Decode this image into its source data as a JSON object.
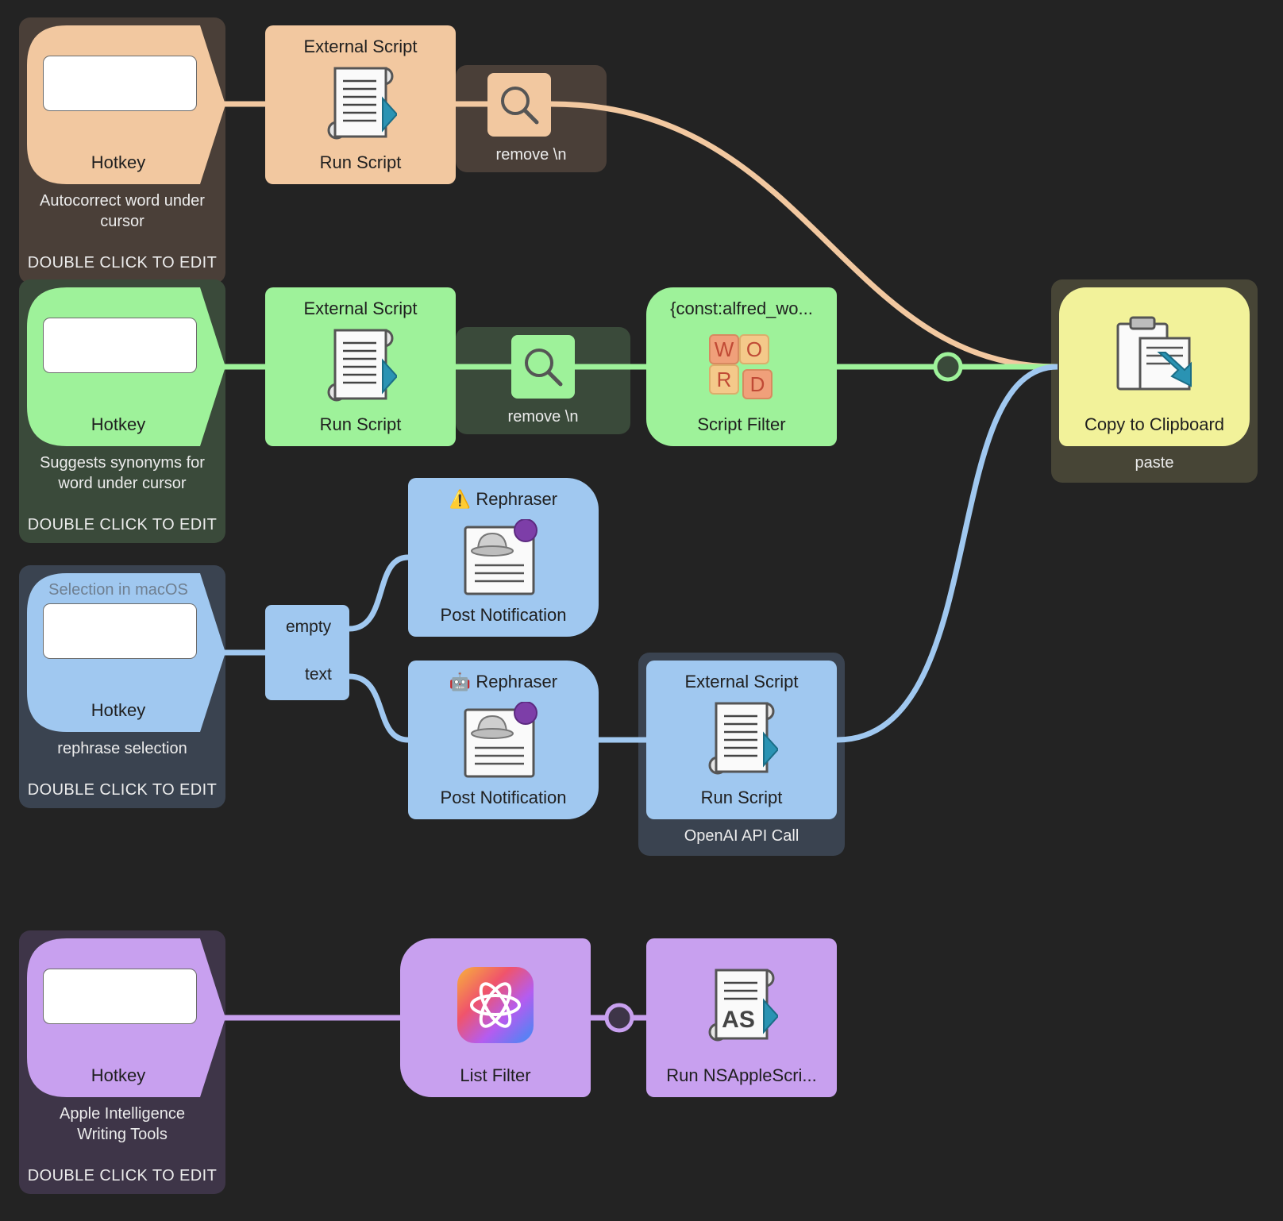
{
  "colors": {
    "canvas": "#232323",
    "orange": "#f2c8a0",
    "orange_group": "#4a3f38",
    "green": "#9ef29a",
    "green_group": "#3a4a3a",
    "blue": "#a0c8f0",
    "blue_group": "#3a4350",
    "purple": "#c8a0ef",
    "purple_group": "#3e3548",
    "yellow": "#f2f29a",
    "yellow_group": "#474536"
  },
  "workflow1": {
    "hotkey_label": "Hotkey",
    "caption": "Autocorrect word under cursor",
    "edit_hint": "DOUBLE CLICK TO EDIT",
    "script_title": "External Script",
    "script_label": "Run Script",
    "filter_label": "remove \\n"
  },
  "workflow2": {
    "hotkey_label": "Hotkey",
    "caption": "Suggests synonyms for word under cursor",
    "edit_hint": "DOUBLE CLICK TO EDIT",
    "script_title": "External Script",
    "script_label": "Run Script",
    "filter_label": "remove \\n",
    "script_filter_title": "{const:alfred_wo...",
    "script_filter_label": "Script Filter",
    "word_tiles": [
      "W",
      "O",
      "R",
      "D"
    ]
  },
  "workflow3": {
    "selection_label": "Selection in macOS",
    "hotkey_label": "Hotkey",
    "caption": "rephrase selection",
    "edit_hint": "DOUBLE CLICK TO EDIT",
    "condition_empty": "empty",
    "condition_text": "text",
    "notif1_title": "Rephraser",
    "notif1_emoji": "⚠️",
    "notif1_label": "Post Notification",
    "notif2_title": "Rephraser",
    "notif2_emoji": "🤖",
    "notif2_label": "Post Notification",
    "script_title": "External Script",
    "script_label": "Run Script",
    "script_group_caption": "OpenAI API Call"
  },
  "output": {
    "label": "Copy to Clipboard",
    "caption": "paste"
  },
  "workflow4": {
    "hotkey_label": "Hotkey",
    "caption": "Apple Intelligence Writing Tools",
    "edit_hint": "DOUBLE CLICK TO EDIT",
    "list_filter_label": "List Filter",
    "applescript_label": "Run NSAppleScri...",
    "applescript_badge": "AS"
  }
}
